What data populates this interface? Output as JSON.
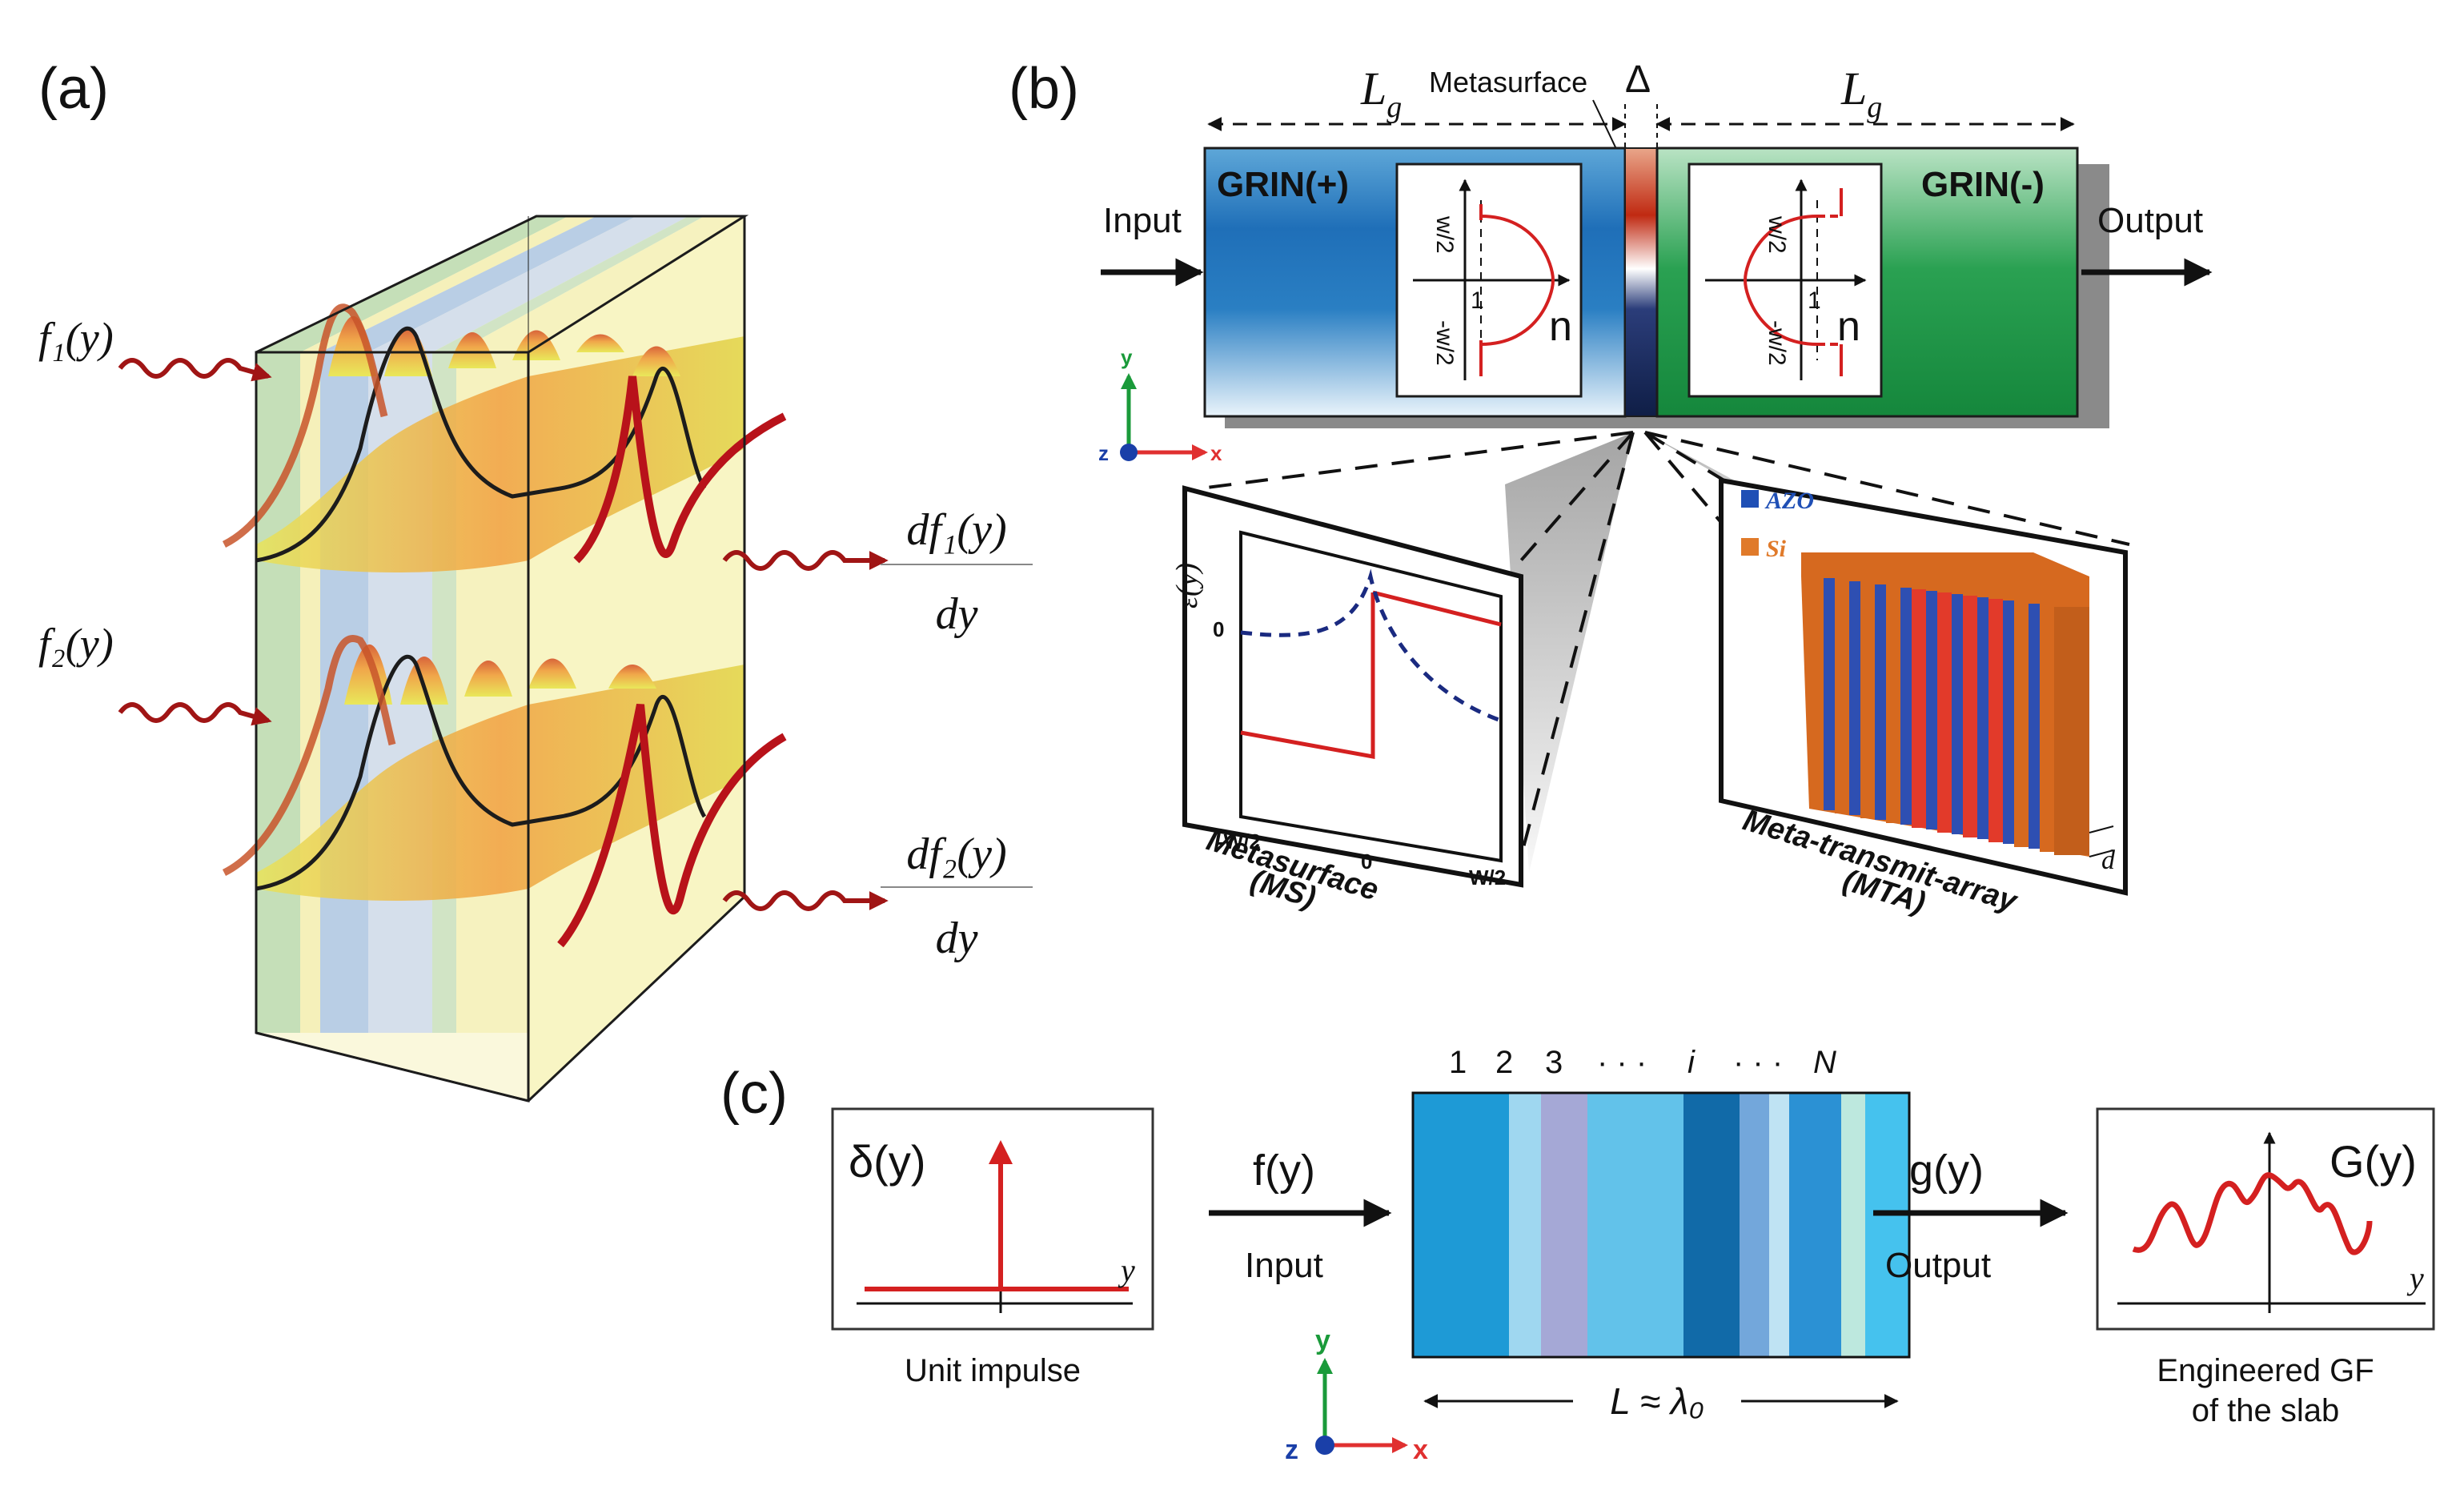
{
  "panels": {
    "a": {
      "label": "(a)",
      "inputs": [
        {
          "text": "f₁(y)"
        },
        {
          "text": "f₂(y)"
        }
      ],
      "outputs": [
        {
          "num": "df₁(y)",
          "den": "dy"
        },
        {
          "num": "df₂(y)",
          "den": "dy"
        }
      ]
    },
    "b": {
      "label": "(b)",
      "lg_left": "L",
      "lg_right": "L",
      "lg_sub": "g",
      "metasurface_label": "Metasurface",
      "delta": "Δ",
      "grin_plus": "GRIN(+)",
      "grin_minus": "GRIN(-)",
      "input": "Input",
      "output": "Output",
      "inset_left": {
        "top": "w/2",
        "bottom": "-w/2",
        "one": "1",
        "n": "n"
      },
      "inset_right": {
        "top": "w/2",
        "bottom": "-w/2",
        "one": "1",
        "n": "n"
      },
      "axes": {
        "y": "y",
        "z": "z",
        "x": "x"
      },
      "ms": {
        "ylabel": "ε(y)",
        "zero": "0",
        "xticks": [
          "-W/2",
          "0",
          "W/2"
        ],
        "caption1": "Metasurface",
        "caption2": "(MS)"
      },
      "mta": {
        "legend": [
          {
            "name": "AZO",
            "color": "#1f4fb5"
          },
          {
            "name": "Si",
            "color": "#e07a2a"
          }
        ],
        "d": "d",
        "caption1": "Meta-transmit-array",
        "caption2": "(MTA)"
      }
    },
    "c": {
      "label": "(c)",
      "impulse_label": "δ(y)",
      "impulse_axis": "y",
      "impulse_caption": "Unit impulse",
      "fy": "f(y)",
      "input": "Input",
      "layers_top": [
        "1",
        "2",
        "3",
        "· · ·",
        "i",
        "· · ·",
        "N"
      ],
      "length": "L ≈ λ₀",
      "gy": "g(y)",
      "output": "Output",
      "gf_label": "G(y)",
      "gf_axis": "y",
      "gf_caption1": "Engineered GF",
      "gf_caption2": "of the slab",
      "axes": {
        "y": "y",
        "z": "z",
        "x": "x"
      }
    }
  },
  "colors": {
    "red": "#d42020",
    "dark_red": "#a01515",
    "grin_blue": "#1f6fb8",
    "grin_green": "#1f9a45",
    "axis_y": "#1a9a3a",
    "axis_x": "#e03030",
    "axis_z": "#1a3fa8"
  }
}
